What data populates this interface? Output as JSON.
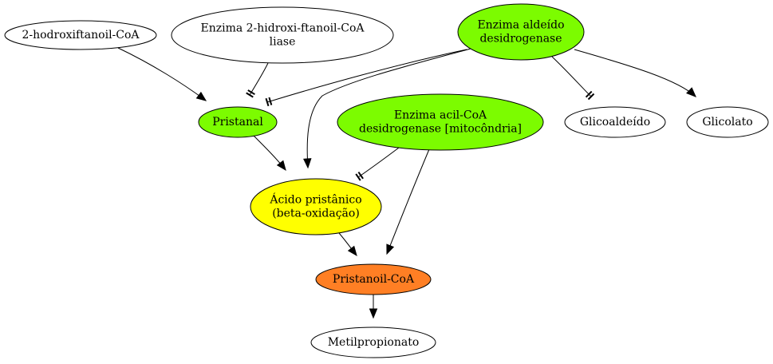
{
  "diagram": {
    "colors": {
      "green": "#7cfc00",
      "yellow": "#ffff00",
      "orange": "#ff7f24",
      "white": "#ffffff",
      "stroke": "#000000"
    },
    "nodes": [
      {
        "id": "hidroxi",
        "lines": [
          "2-hodroxiftanoil-CoA"
        ],
        "fill": "white"
      },
      {
        "id": "liase",
        "lines": [
          "Enzima 2-hidroxi-ftanoil-CoA",
          "liase"
        ],
        "fill": "white"
      },
      {
        "id": "aldeido",
        "lines": [
          "Enzima aldeído",
          "desidrogenase"
        ],
        "fill": "green"
      },
      {
        "id": "pristanal",
        "lines": [
          "Pristanal"
        ],
        "fill": "green"
      },
      {
        "id": "acil",
        "lines": [
          "Enzima acil-CoA",
          "desidrogenase [mitocôndria]"
        ],
        "fill": "green"
      },
      {
        "id": "glicoaldeido",
        "lines": [
          "Glicoaldeído"
        ],
        "fill": "white"
      },
      {
        "id": "glicolato",
        "lines": [
          "Glicolato"
        ],
        "fill": "white"
      },
      {
        "id": "acido",
        "lines": [
          "Ácido pristânico",
          "(beta-oxidação)"
        ],
        "fill": "yellow"
      },
      {
        "id": "pristanoil",
        "lines": [
          "Pristanoil-CoA"
        ],
        "fill": "orange"
      },
      {
        "id": "metil",
        "lines": [
          "Metilpropionato"
        ],
        "fill": "white"
      }
    ],
    "edges": [
      {
        "from": "hidroxi",
        "to": "pristanal",
        "kind": "arrow"
      },
      {
        "from": "liase",
        "to": "pristanal",
        "kind": "tee"
      },
      {
        "from": "aldeido",
        "to": "pristanal",
        "kind": "tee"
      },
      {
        "from": "aldeido",
        "to": "acido",
        "kind": "arrow"
      },
      {
        "from": "aldeido",
        "to": "glicoaldeido",
        "kind": "tee"
      },
      {
        "from": "aldeido",
        "to": "glicolato",
        "kind": "arrow"
      },
      {
        "from": "pristanal",
        "to": "acido",
        "kind": "arrow"
      },
      {
        "from": "acil",
        "to": "acido",
        "kind": "tee"
      },
      {
        "from": "acil",
        "to": "pristanoil",
        "kind": "arrow"
      },
      {
        "from": "acido",
        "to": "pristanoil",
        "kind": "arrow"
      },
      {
        "from": "pristanoil",
        "to": "metil",
        "kind": "arrow"
      }
    ]
  }
}
